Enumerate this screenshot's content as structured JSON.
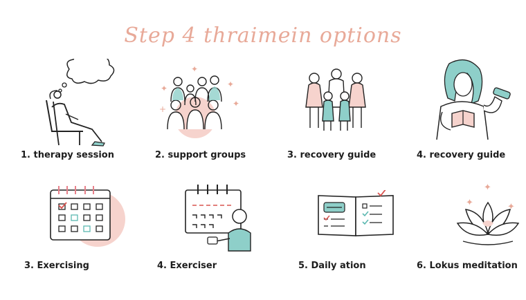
{
  "header": {
    "title": "Step 4 thraimein options"
  },
  "items": [
    {
      "label": "1. therapy session",
      "icon": "therapy-session-icon"
    },
    {
      "label": "2. support groups",
      "icon": "support-groups-icon"
    },
    {
      "label": "3. recovery guide",
      "icon": "family-group-icon"
    },
    {
      "label": "4. recovery guide",
      "icon": "woman-reading-icon"
    },
    {
      "label": "3. Exercising",
      "icon": "calendar-icon"
    },
    {
      "label": "4. Exerciser",
      "icon": "calendar-person-icon"
    },
    {
      "label": "5. Daily ation",
      "icon": "daily-journal-icon"
    },
    {
      "label": "6. Lokus meditation",
      "icon": "lotus-icon"
    }
  ],
  "colors": {
    "accent": "#e8a998",
    "teal": "#8ecfc9",
    "pink": "#f6d3cd",
    "ink": "#1d1d1d"
  }
}
